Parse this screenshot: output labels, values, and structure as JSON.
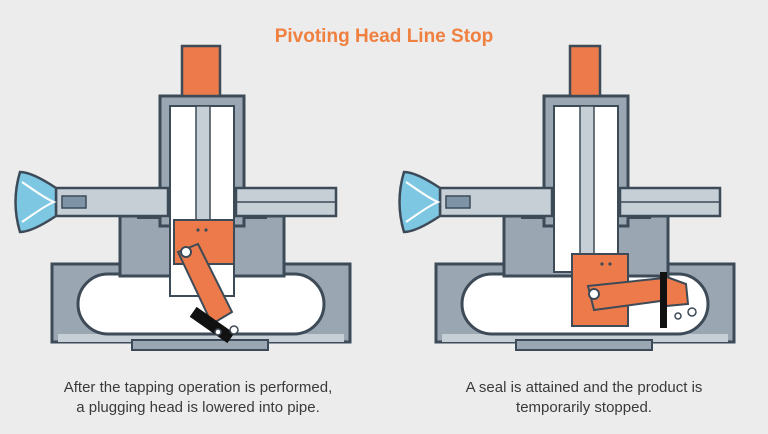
{
  "title": "Pivoting Head Line Stop",
  "colors": {
    "accent": "#f08040",
    "head": "#ed7a4a",
    "pipe": "#9aa7b3",
    "outline": "#3d4a57",
    "wheel": "#7dc7e3",
    "seal": "#111111"
  },
  "panels": [
    {
      "caption_line1": "After the tapping operation is performed,",
      "caption_line2": "a plugging head is lowered into pipe."
    },
    {
      "caption_line1": "A seal is attained and the product is",
      "caption_line2": "temporarily stopped."
    }
  ]
}
